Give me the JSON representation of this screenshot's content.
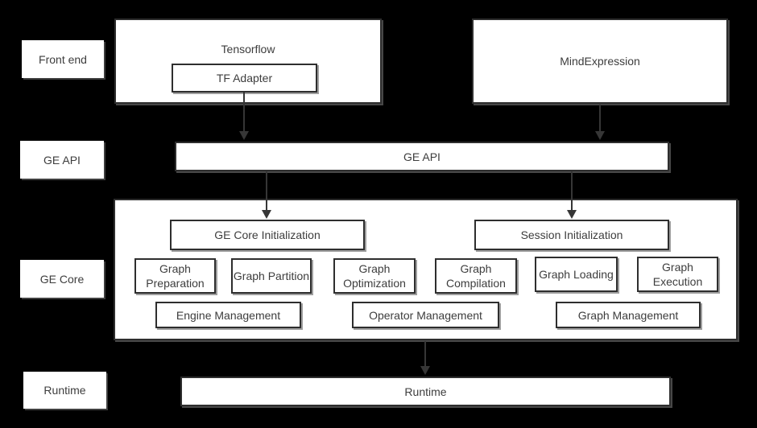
{
  "rail": {
    "items": [
      {
        "label": "Front end"
      },
      {
        "label": "GE API"
      },
      {
        "label": "GE Core"
      },
      {
        "label": "Runtime"
      }
    ]
  },
  "front_end": {
    "tensorflow": {
      "title": "Tensorflow",
      "adapter": "TF Adapter"
    },
    "mind_expression": {
      "title": "MindExpression"
    }
  },
  "ge_api_bar": {
    "label": "GE API"
  },
  "ge_core": {
    "init": [
      {
        "label": "GE Core Initialization"
      },
      {
        "label": "Session Initialization"
      }
    ],
    "stages": [
      {
        "label": "Graph Preparation"
      },
      {
        "label": "Graph Partition"
      },
      {
        "label": "Graph Optimization"
      },
      {
        "label": "Graph Compilation"
      },
      {
        "label": "Graph Loading"
      },
      {
        "label": "Graph Execution"
      }
    ],
    "management": [
      {
        "label": "Engine Management"
      },
      {
        "label": "Operator Management"
      },
      {
        "label": "Graph Management"
      }
    ]
  },
  "runtime_bar": {
    "label": "Runtime"
  },
  "colors": {
    "background": "#000000",
    "box_fill": "#ffffff",
    "box_border": "#2e2e2e",
    "text": "#3d3d3d",
    "arrow": "#363636"
  }
}
